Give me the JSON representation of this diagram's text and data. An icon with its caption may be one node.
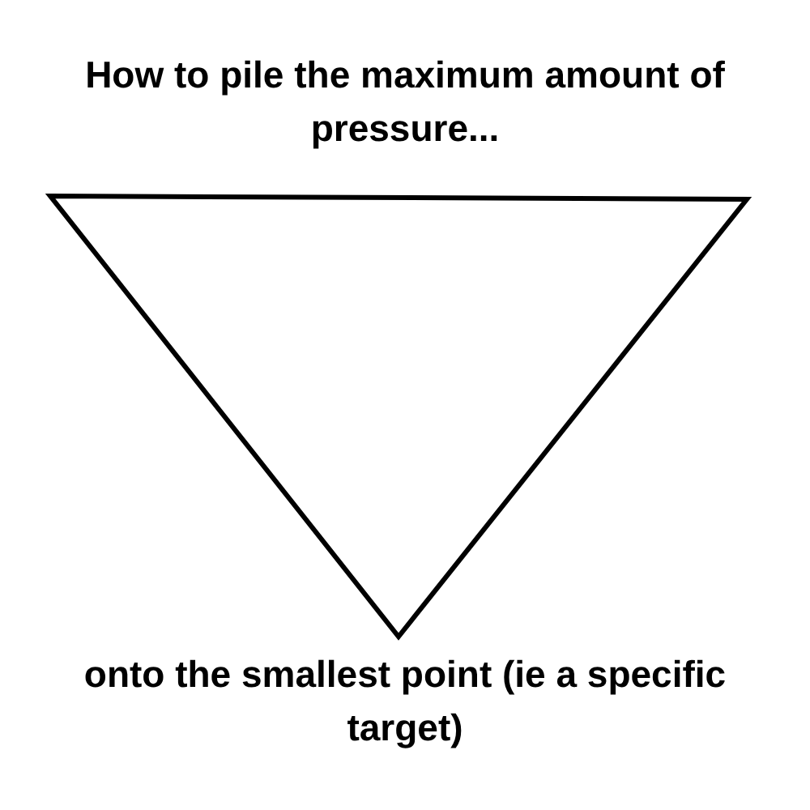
{
  "diagram": {
    "title": "How to pile the maximum amount of pressure...",
    "caption": "onto the smallest point (ie a specific target)",
    "nodes": [
      {
        "text": [],
        "shape": "triangle"
      }
    ]
  }
}
